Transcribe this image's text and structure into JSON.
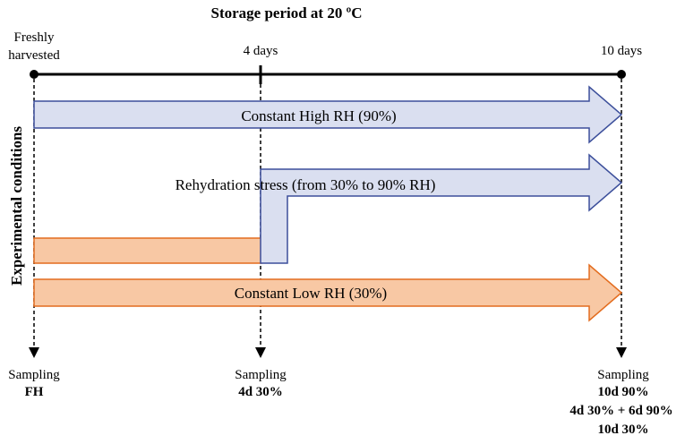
{
  "title": "Storage period at 20 ºC",
  "y_axis_label": "Experimental conditions",
  "timeline": {
    "start_label_line1": "Freshly",
    "start_label_line2": "harvested",
    "mid_label": "4 days",
    "end_label": "10 days"
  },
  "conditions": {
    "high": "Constant High RH (90%)",
    "rehydration": "Rehydration stress (from 30% to 90% RH)",
    "low": "Constant Low RH (30%)"
  },
  "sampling": {
    "word": "Sampling",
    "fh": "FH",
    "d4": "4d 30%",
    "d10_line1": "10d 90%",
    "d10_line2": "4d 30% + 6d 90%",
    "d10_line3": "10d 30%"
  },
  "colors": {
    "blue_fill": "#dadff0",
    "blue_stroke": "#3c4f9b",
    "orange_fill": "#f8c8a4",
    "orange_stroke": "#e36c1e",
    "line": "#000000"
  }
}
